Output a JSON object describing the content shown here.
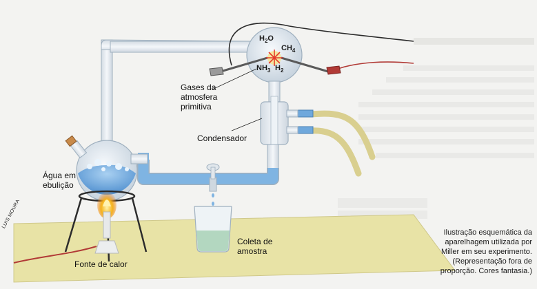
{
  "molecules": {
    "h2o": {
      "base": "H",
      "sub": "2",
      "tail": "O"
    },
    "ch4": {
      "base": "CH",
      "sub": "4"
    },
    "nh3": {
      "base": "NH",
      "sub": "3"
    },
    "h2": {
      "base": "H",
      "sub": "2"
    }
  },
  "labels": {
    "gases_line1": "Gases da",
    "gases_line2": "atmosfera",
    "gases_line3": "primitiva",
    "condensador": "Condensador",
    "agua_line1": "Água em",
    "agua_line2": "ebulição",
    "fonte": "Fonte de calor",
    "coleta_line1": "Coleta de",
    "coleta_line2": "amostra"
  },
  "credit": "LUIS MOURA",
  "caption": {
    "line1": "Ilustração esquemática da",
    "line2": "aparelhagem utilizada por",
    "line3": "Miller em seu experimento.",
    "line4": "(Representação fora de",
    "line5": "proporção. Cores fantasia.)"
  },
  "colors": {
    "glass": "#e4eaf0",
    "water": "#7fb4e2",
    "table": "#e8e3a6",
    "flame": "#f3a21c",
    "spark": "#e53b2c",
    "tubing": "#d9cf8f"
  }
}
